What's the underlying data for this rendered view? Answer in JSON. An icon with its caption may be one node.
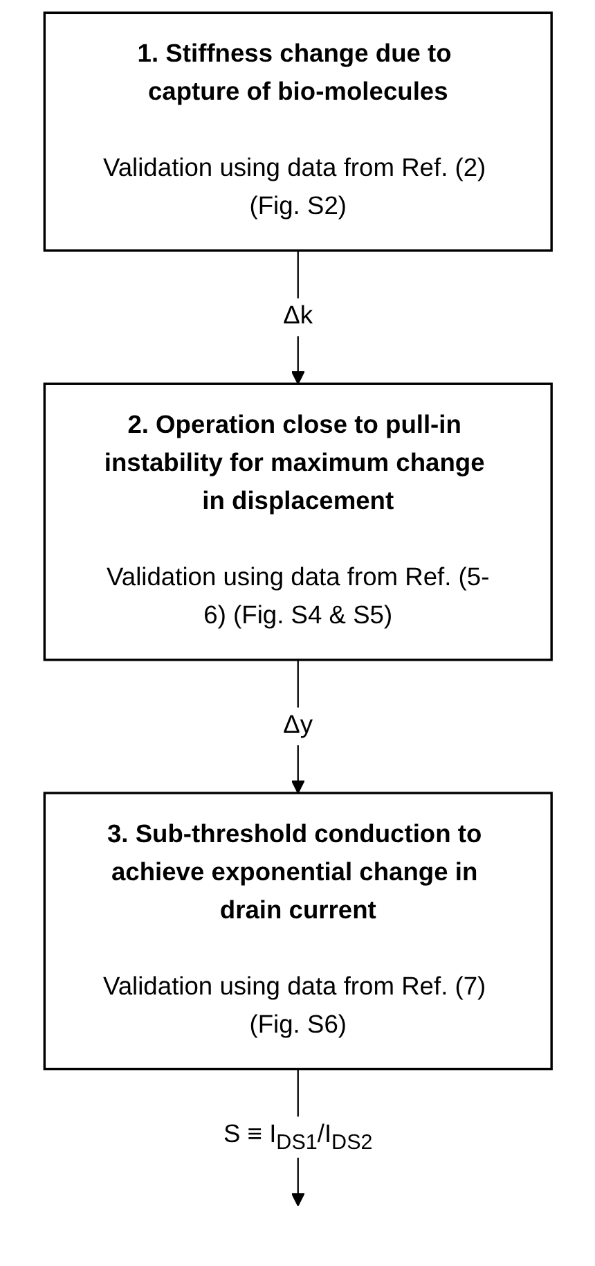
{
  "diagram": {
    "nodes": [
      {
        "text": [
          "1. Stiffness change due to capture of bio-molecules",
          "Validation using data from Ref. (2) (Fig. S2)"
        ]
      },
      {
        "text": [
          "2. Operation close to pull-in instability for maximum change in displacement",
          "Validation using data from Ref. (5-6) (Fig. S4 & S5)"
        ]
      },
      {
        "text": [
          "3. Sub-threshold conduction to achieve exponential change in drain current",
          "Validation using data from Ref. (7) (Fig. S6)"
        ]
      }
    ],
    "edges": [
      {
        "from": 0,
        "to": 1,
        "arrow": "to",
        "label": "Δk"
      },
      {
        "from": 1,
        "to": 2,
        "arrow": "to",
        "label": "Δy"
      },
      {
        "from": 2,
        "to": null,
        "arrow": "to",
        "label": "S ≡ I$_{DS1}$/I$_{DS2}$"
      }
    ]
  }
}
